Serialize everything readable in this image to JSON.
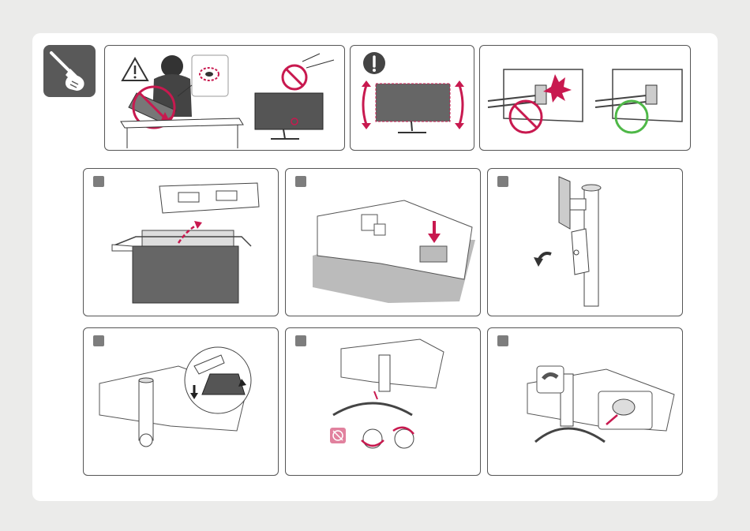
{
  "document": {
    "type": "assembly-instructions",
    "colors": {
      "warning": "#c8194f",
      "ok": "#4fb848",
      "badge": "#7d7d7d",
      "tile": "#595959"
    },
    "icons": [
      "screwdriver-hand-icon",
      "caution-triangle-icon",
      "exclamation-circle-icon"
    ],
    "steps": [
      {
        "id": "1",
        "icon": "unpack-illustration"
      },
      {
        "id": "2",
        "icon": "lay-monitor-illustration"
      },
      {
        "id": "3",
        "icon": "remove-cover-illustration"
      },
      {
        "id": "4",
        "icon": "attach-stand-body-illustration"
      },
      {
        "id": "5",
        "icon": "attach-base-illustration"
      },
      {
        "id": "6",
        "icon": "tighten-screw-illustration"
      }
    ]
  }
}
